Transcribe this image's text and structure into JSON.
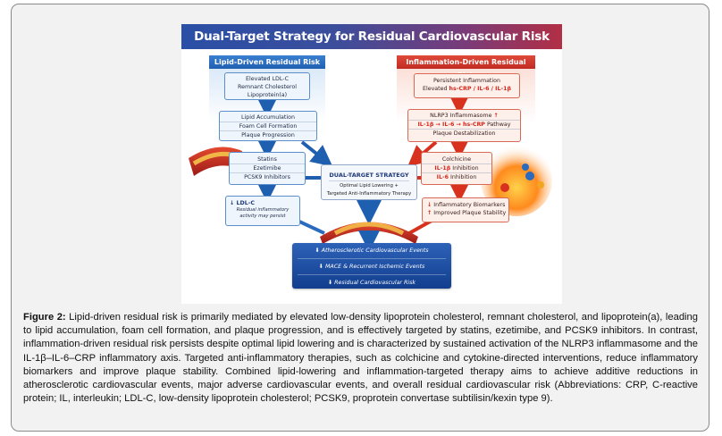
{
  "figure": {
    "title": "Dual-Target Strategy for Residual Cardiovascular Risk",
    "lipid_column": {
      "header": "Lipid-Driven Residual Risk",
      "box1": [
        "Elevated LDL-C",
        "Remnant Cholesterol",
        "Lipoprotein(a)"
      ],
      "box2": [
        "Lipid Accumulation",
        "Foam Cell Formation",
        "Plaque Progression"
      ],
      "box3": [
        "Statins",
        "Ezetimibe",
        "PCSK9 Inhibitors"
      ],
      "box4": {
        "line1": "↓ LDL-C",
        "line2": "Residual inflammatory activity may persist"
      }
    },
    "inflammation_column": {
      "header": "Inflammation-Driven Residual Risk",
      "box1": {
        "line1": "Persistent Inflammation",
        "line2_prefix": "Elevated ",
        "line2_markers": "hs-CRP / IL-6 / IL-1β"
      },
      "box2": {
        "line1": "NLRP3 Inflammasome",
        "line1_arrow": "↑",
        "line2_pathway": "IL-1β → IL-6 → hs-CRP",
        "line2_suffix": " Pathway",
        "line3": "Plaque Destabilization"
      },
      "box3": {
        "line1": "Colchicine",
        "line2_marker": "IL-1β",
        "line2_suffix": " Inhibition",
        "line3_marker": "IL-6",
        "line3_suffix": " Inhibition"
      },
      "box4": {
        "line1_arrow": "↓",
        "line1": " Inflammatory Biomarkers",
        "line2_arrow": "↑",
        "line2": " Improved Plaque Stability"
      }
    },
    "strategy": {
      "heading": "DUAL-TARGET STRATEGY",
      "line1": "Optimal Lipid Lowering +",
      "line2": "Targeted Anti-Inflammatory Therapy"
    },
    "outcomes": [
      "⬇ Atherosclerotic Cardiovascular Events",
      "⬇ MACE & Recurrent Ischemic Events",
      "⬇ Residual Cardiovascular Risk"
    ],
    "colors": {
      "lipid_blue": "#1f5fb0",
      "inflammation_red": "#c02a22",
      "outcome_blue": "#123e8e"
    }
  },
  "caption": {
    "label": "Figure 2:",
    "text": " Lipid-driven residual risk is primarily mediated by elevated low-density lipoprotein cholesterol, remnant cholesterol, and lipoprotein(a), leading to lipid accumulation, foam cell formation, and plaque progression, and is effectively targeted by statins, ezetimibe, and PCSK9 inhibitors. In contrast, inflammation-driven residual risk persists despite optimal lipid lowering and is characterized by sustained activation of the NLRP3 inflammasome and the IL-1β–IL-6–CRP inflammatory axis. Targeted anti-inflammatory therapies, such as colchicine and cytokine-directed interventions, reduce inflammatory biomarkers and improve plaque stability. Combined lipid-lowering and inflammation-targeted therapy aims to achieve additive reductions in atherosclerotic cardiovascular events, major adverse cardiovascular events, and overall residual cardiovascular risk (Abbreviations: CRP, C-reactive protein; IL, interleukin; LDL-C, low-density lipoprotein cholesterol; PCSK9, proprotein convertase subtilisin/kexin type 9)."
  }
}
